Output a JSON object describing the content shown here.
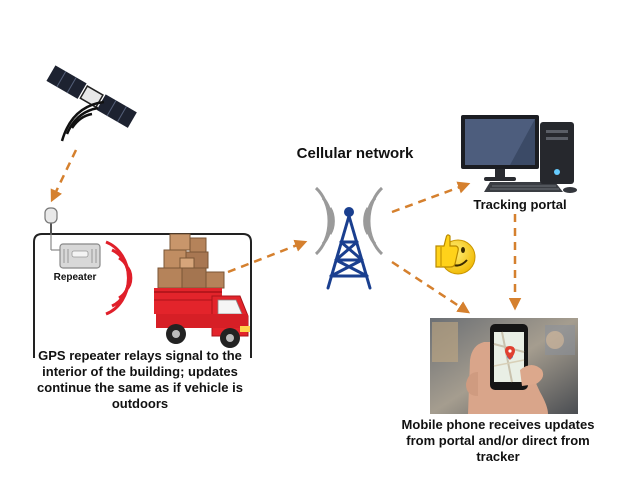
{
  "labels": {
    "cellular_network": "Cellular network",
    "tracking_portal": "Tracking portal",
    "repeater": "Repeater",
    "gps_repeater_text": "GPS repeater relays signal to the interior of the building; updates continue the same as if vehicle is outdoors",
    "mobile_text": "Mobile phone receives updates from portal and/or direct from tracker"
  },
  "icons": [
    "satellite-icon",
    "gps-antenna-icon",
    "repeater-device-icon",
    "delivery-truck-icon",
    "signal-waves-icon",
    "cell-tower-icon",
    "desktop-computer-icon",
    "thumbs-up-emoji-icon",
    "mobile-phone-photo"
  ],
  "colors": {
    "arrow": "#d5802e",
    "signal_red": "#e01f2a",
    "truck_red": "#e3242b",
    "box_brown": "#b5835a",
    "tower_blue": "#1a3f8f",
    "emoji_yellow": "#f5c400"
  }
}
